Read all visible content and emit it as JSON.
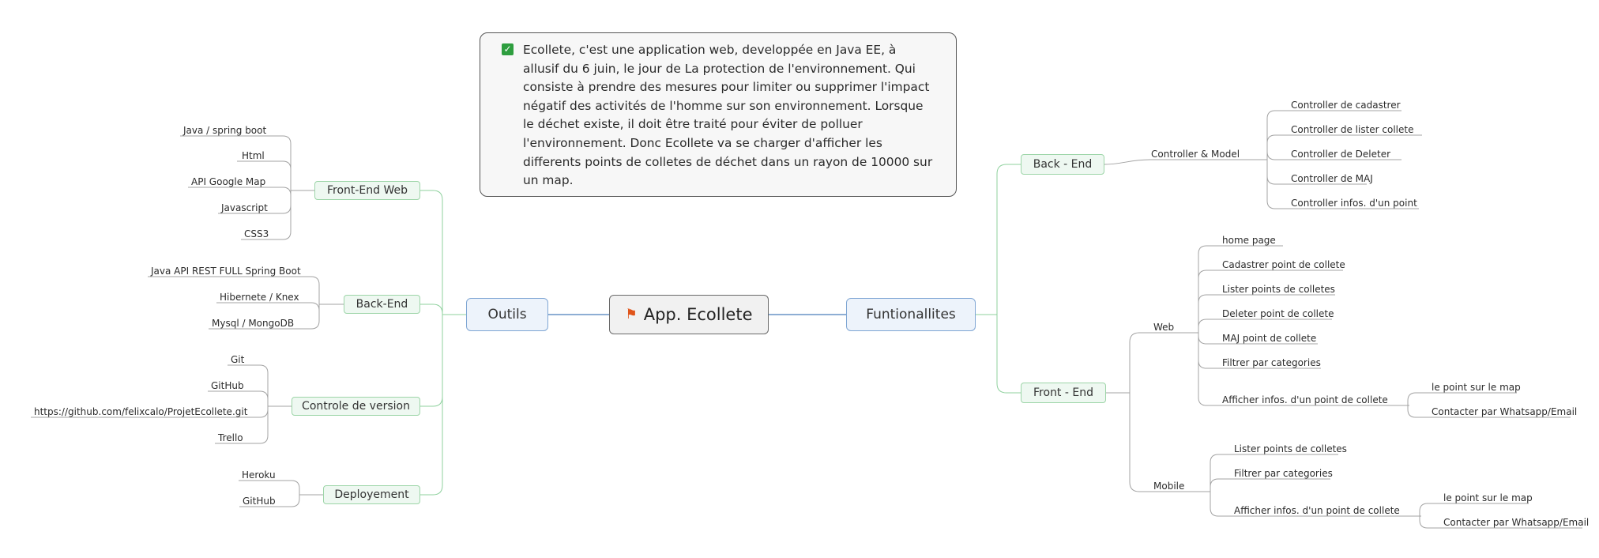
{
  "central": {
    "title": "App. Ecollete",
    "icon": "flag-icon"
  },
  "note": {
    "icon": "checkbox-checked-icon",
    "text": "Ecollete, c'est une application web, developpée en Java EE, à allusif du 6 juin, le jour de La protection de l'environnement. Qui consiste à prendre des mesures pour limiter ou supprimer l'impact négatif des activités de l'homme sur son environnement. Lorsque le déchet existe, il doit être traité pour éviter de polluer l'environnement. Donc Ecollete va se charger d'afficher les differents points de colletes de déchet dans un rayon de 10000 sur un map."
  },
  "left": {
    "title": "Outils",
    "front_end_web": {
      "label": "Front-End Web",
      "items": [
        "Java / spring boot",
        "Html",
        "API Google Map",
        "Javascript",
        "CSS3"
      ]
    },
    "back_end": {
      "label": "Back-End",
      "items": [
        "Java API REST FULL Spring Boot",
        "Hibernete / Knex",
        "Mysql / MongoDB"
      ]
    },
    "version_control": {
      "label": "Controle de version",
      "items": [
        "Git",
        "GitHub",
        "https://github.com/felixcalo/ProjetEcollete.git",
        "Trello"
      ]
    },
    "deployment": {
      "label": "Deployement",
      "items": [
        "Heroku",
        "GitHub"
      ]
    }
  },
  "right": {
    "title": "Funtionallites",
    "back_end": {
      "label": "Back - End",
      "controller_model": {
        "label": "Controller & Model",
        "items": [
          "Controller de cadastrer",
          "Controller de lister collete",
          "Controller de Deleter",
          "Controller de MAJ",
          "Controller infos. d'un point"
        ]
      }
    },
    "front_end": {
      "label": "Front - End",
      "web": {
        "label": "Web",
        "items": [
          "home page",
          "Cadastrer point de collete",
          "Lister points de colletes",
          "Deleter point de collete",
          "MAJ point de collete",
          "Filtrer par categories",
          "Afficher infos. d'un point de collete"
        ],
        "afficher_sub": [
          "le point sur le map",
          "Contacter par Whatsapp/Email"
        ]
      },
      "mobile": {
        "label": "Mobile",
        "items": [
          "Lister points de colletes",
          "Filtrer par categories",
          "Afficher infos. d'un point de collete"
        ],
        "afficher_sub": [
          "le point sur le map",
          "Contacter par Whatsapp/Email"
        ]
      }
    }
  },
  "colors": {
    "blue_line": "#4a7ebb",
    "green_line": "#8fd19e",
    "gray_line": "#a3a3a3"
  }
}
